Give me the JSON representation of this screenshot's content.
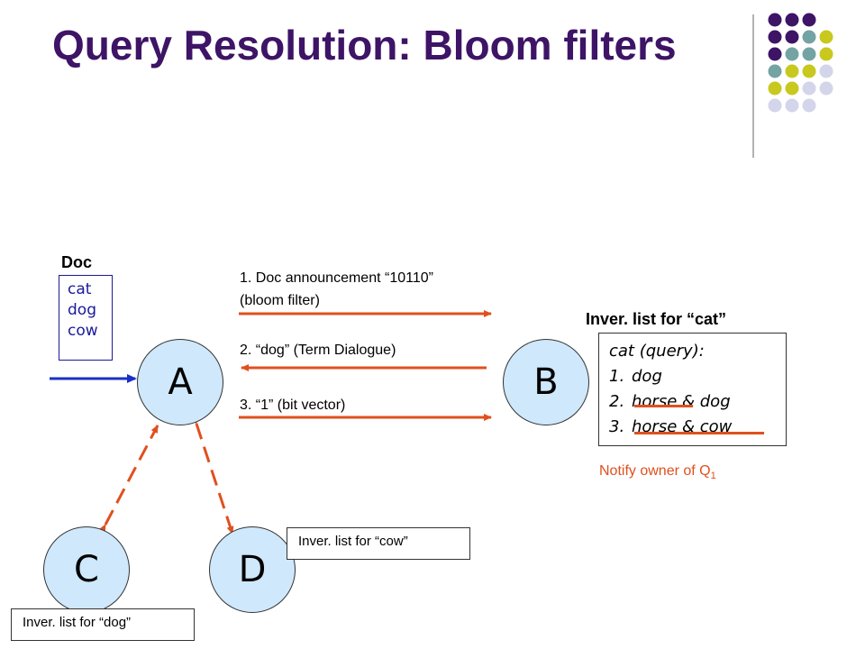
{
  "slide": {
    "title": "Query Resolution: Bloom filters"
  },
  "doc": {
    "heading": "Doc",
    "terms": [
      "cat",
      "dog",
      "cow"
    ]
  },
  "nodes": {
    "a": "A",
    "b": "B",
    "c": "C",
    "d": "D"
  },
  "messages": [
    {
      "line1": "1. Doc announcement “10110”",
      "line2": "(bloom filter)"
    },
    {
      "line1": "2. “dog” (Term Dialogue)"
    },
    {
      "line1": "3. “1” (bit vector)"
    }
  ],
  "b_panel": {
    "heading": "Inver. list for “cat”",
    "query_title": "cat (query):",
    "items": [
      {
        "num": "1.",
        "text": "dog"
      },
      {
        "num": "2.",
        "text": "horse & dog"
      },
      {
        "num": "3.",
        "text": "horse & cow"
      }
    ],
    "notify_text": "Notify owner of Q",
    "notify_sub": "1"
  },
  "notes": {
    "cow": "Inver. list for “cow”",
    "dog": "Inver. list for “dog”"
  },
  "colors": {
    "title": "#3d1466",
    "arrow": "#e0501e",
    "doc_arrow": "#1a2fc8",
    "node_fill": "#cfe8fb",
    "dot_purple": "#3d1466",
    "dot_teal": "#74a3a3",
    "dot_yellow": "#c8c81e",
    "dot_lavender": "#d4d4ea"
  }
}
